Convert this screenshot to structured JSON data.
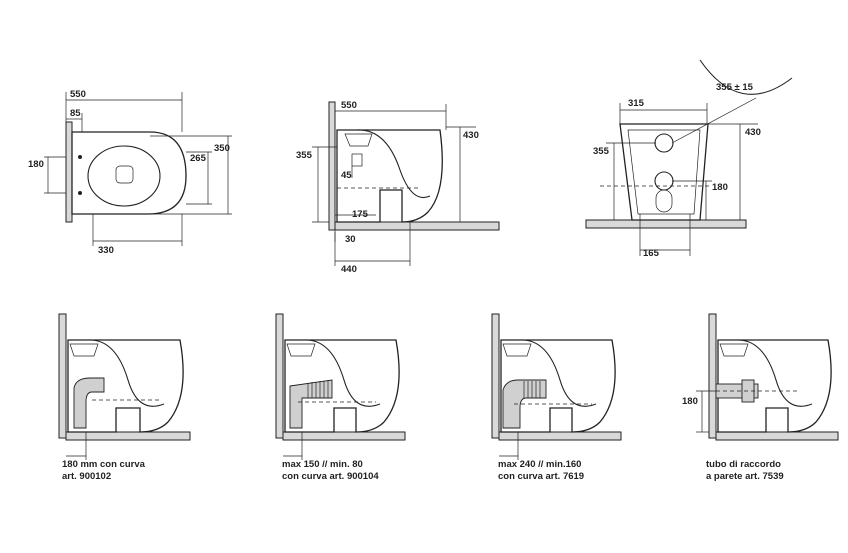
{
  "top_view": {
    "dim_550": "550",
    "dim_85": "85",
    "dim_180": "180",
    "dim_265": "265",
    "dim_350": "350",
    "dim_330": "330"
  },
  "side_view": {
    "dim_550": "550",
    "dim_430": "430",
    "dim_355": "355",
    "dim_45": "45",
    "dim_175": "175",
    "dim_30": "30",
    "dim_440": "440"
  },
  "front_view": {
    "dim_355_15": "355 ± 15",
    "dim_315": "315",
    "dim_430": "430",
    "dim_355": "355",
    "dim_180": "180",
    "dim_165": "165"
  },
  "installations": [
    {
      "line1": "180 mm con curva",
      "line2": "art. 900102"
    },
    {
      "line1": "max 150 // min. 80",
      "line2": "con curva art. 900104"
    },
    {
      "line1": "max 240 // min.160",
      "line2": "con curva art. 7619"
    },
    {
      "line1": "tubo di raccordo",
      "line2": "a parete art. 7539",
      "dim": "180"
    }
  ]
}
